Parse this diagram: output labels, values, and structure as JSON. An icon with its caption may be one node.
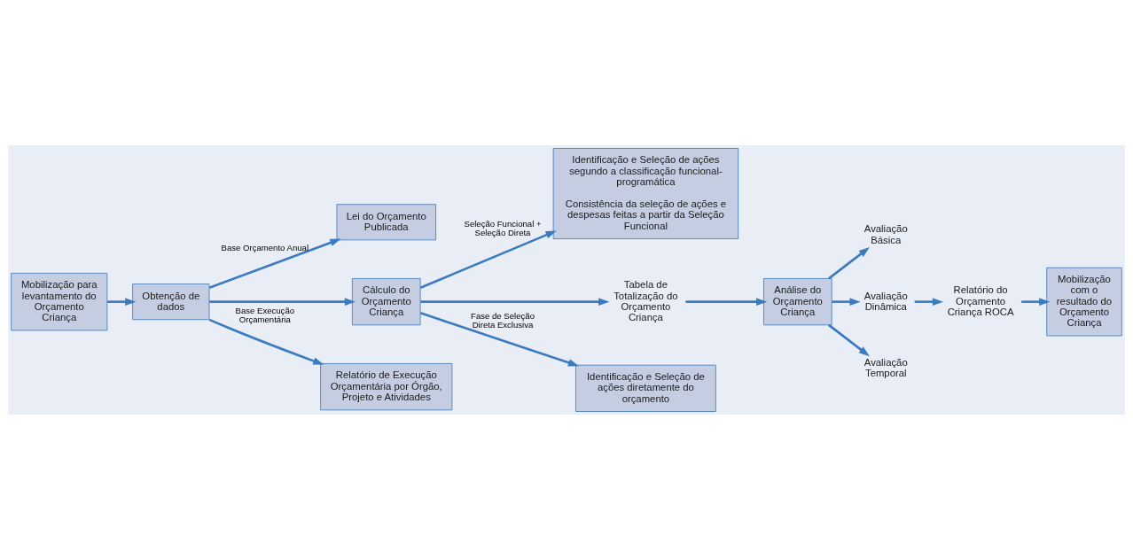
{
  "diagram": {
    "nodes": [
      {
        "text": [
          "Mobilização para levantamento do Orçamento Criança"
        ]
      },
      {
        "text": [
          "Obtenção de dados"
        ]
      },
      {
        "text": [
          "Lei do Orçamento Publicada"
        ]
      },
      {
        "text": [
          "Relatório de Execução Orçamentária por Órgão, Projeto e Atividades"
        ]
      },
      {
        "text": [
          "Cálculo do Orçamento Criança"
        ]
      },
      {
        "text": [
          "Identificação e Seleção de ações segundo a classificação funcional-programática",
          "Consistência da seleção de ações e despesas feitas a partir da Seleção Funcional"
        ]
      },
      {
        "text": [
          "Identificação e Seleção de ações diretamente do orçamento"
        ]
      },
      {
        "text": [
          "Tabela de Totalização do Orçamento Criança"
        ]
      },
      {
        "text": [
          "Análise do Orçamento Criança"
        ]
      },
      {
        "text": [
          "Avaliação Básica"
        ]
      },
      {
        "text": [
          "Avaliação Dinâmica"
        ]
      },
      {
        "text": [
          "Avaliação Temporal"
        ]
      },
      {
        "text": [
          "Relatório do Orçamento Criança ROCA"
        ]
      },
      {
        "text": [
          "Mobilização com o resultado do Orçamento Criança"
        ]
      }
    ],
    "edges": [
      {
        "from": 0,
        "to": 1,
        "arrow": "to"
      },
      {
        "from": 1,
        "to": 2,
        "arrow": "to",
        "label": "Base Orçamento Anual"
      },
      {
        "from": 1,
        "to": 4,
        "arrow": "to"
      },
      {
        "from": 1,
        "to": 3,
        "arrow": "to",
        "label": "Base Execução Orçamentária"
      },
      {
        "from": 4,
        "to": 5,
        "arrow": "to",
        "label": "Seleção Funcional + Seleção Direta"
      },
      {
        "from": 4,
        "to": 7,
        "arrow": "to"
      },
      {
        "from": 4,
        "to": 6,
        "arrow": "to",
        "label": "Fase de Seleção Direta Exclusiva"
      },
      {
        "from": 7,
        "to": 8,
        "arrow": "to"
      },
      {
        "from": 8,
        "to": 9,
        "arrow": "to"
      },
      {
        "from": 8,
        "to": 10,
        "arrow": "to"
      },
      {
        "from": 8,
        "to": 11,
        "arrow": "to"
      },
      {
        "from": 10,
        "to": 12,
        "arrow": "to"
      },
      {
        "from": 12,
        "to": 13,
        "arrow": "to"
      }
    ]
  }
}
